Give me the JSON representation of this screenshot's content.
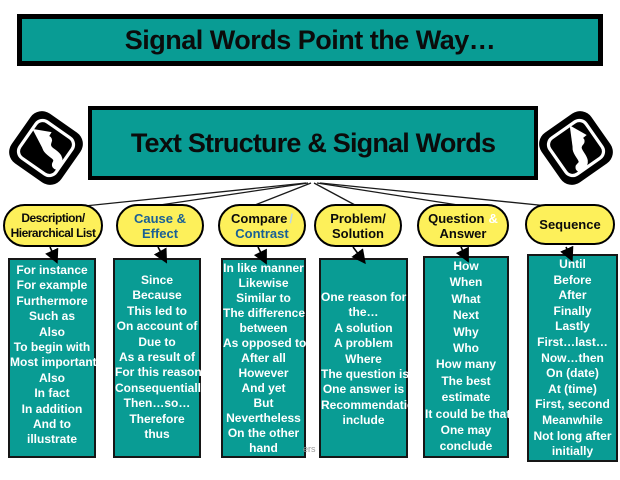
{
  "page": {
    "title": "Signal Words Point the Way…",
    "subtitle": "Text Structure & Signal Words",
    "watermark": "ers"
  },
  "icons": {
    "left": "winding-road-sign",
    "right": "winding-road-sign"
  },
  "colors": {
    "teal": "#099c94",
    "yellow": "#fdf05a",
    "label_blue": "#1a6096",
    "border_black": "#000000"
  },
  "columns": [
    {
      "id": "description",
      "label": {
        "line1": "Description/",
        "line2": "Hierarchical List"
      },
      "words": [
        "For instance",
        "For example",
        "Furthermore",
        "Such as",
        "Also",
        "To begin with",
        "Most important",
        "Also",
        "In fact",
        "In addition",
        "And to",
        "illustrate"
      ]
    },
    {
      "id": "cause-effect",
      "label": {
        "line1": "Cause &",
        "line2": "Effect"
      },
      "words": [
        "Since",
        "Because",
        "This led to",
        "On account of",
        "Due to",
        "As a result of",
        "For this reason",
        "Consequentially",
        "Then…so…",
        "Therefore",
        "thus"
      ]
    },
    {
      "id": "compare-contrast",
      "label": {
        "line1": "Compare",
        "line1_suffix": "/",
        "line2": "Contrast"
      },
      "words": [
        "In like manner",
        "Likewise",
        "Similar to",
        "The difference",
        "between",
        "As opposed to",
        "After all",
        "However",
        "And yet",
        "But",
        "Nevertheless",
        "On the other",
        "hand"
      ]
    },
    {
      "id": "problem-solution",
      "label": {
        "line1": "Problem/",
        "line2": "Solution"
      },
      "words": [
        "One reason for",
        "the…",
        "A solution",
        "A problem",
        "Where",
        "The question is",
        "One answer is",
        "Recommendations",
        "include"
      ]
    },
    {
      "id": "question-answer",
      "label": {
        "line1": "Question",
        "line1_suffix": "&",
        "line2": "Answer"
      },
      "words": [
        "How",
        "When",
        "What",
        "Next",
        "Why",
        "Who",
        "How many",
        "The best",
        "estimate",
        "It could be that",
        "One may",
        "conclude"
      ]
    },
    {
      "id": "sequence",
      "label": {
        "line1": "Sequence"
      },
      "words": [
        "Until",
        "Before",
        "After",
        "Finally",
        "Lastly",
        "First…last…",
        "Now…then",
        "On (date)",
        "At (time)",
        "First, second",
        "Meanwhile",
        "Not long after",
        "initially"
      ]
    }
  ]
}
